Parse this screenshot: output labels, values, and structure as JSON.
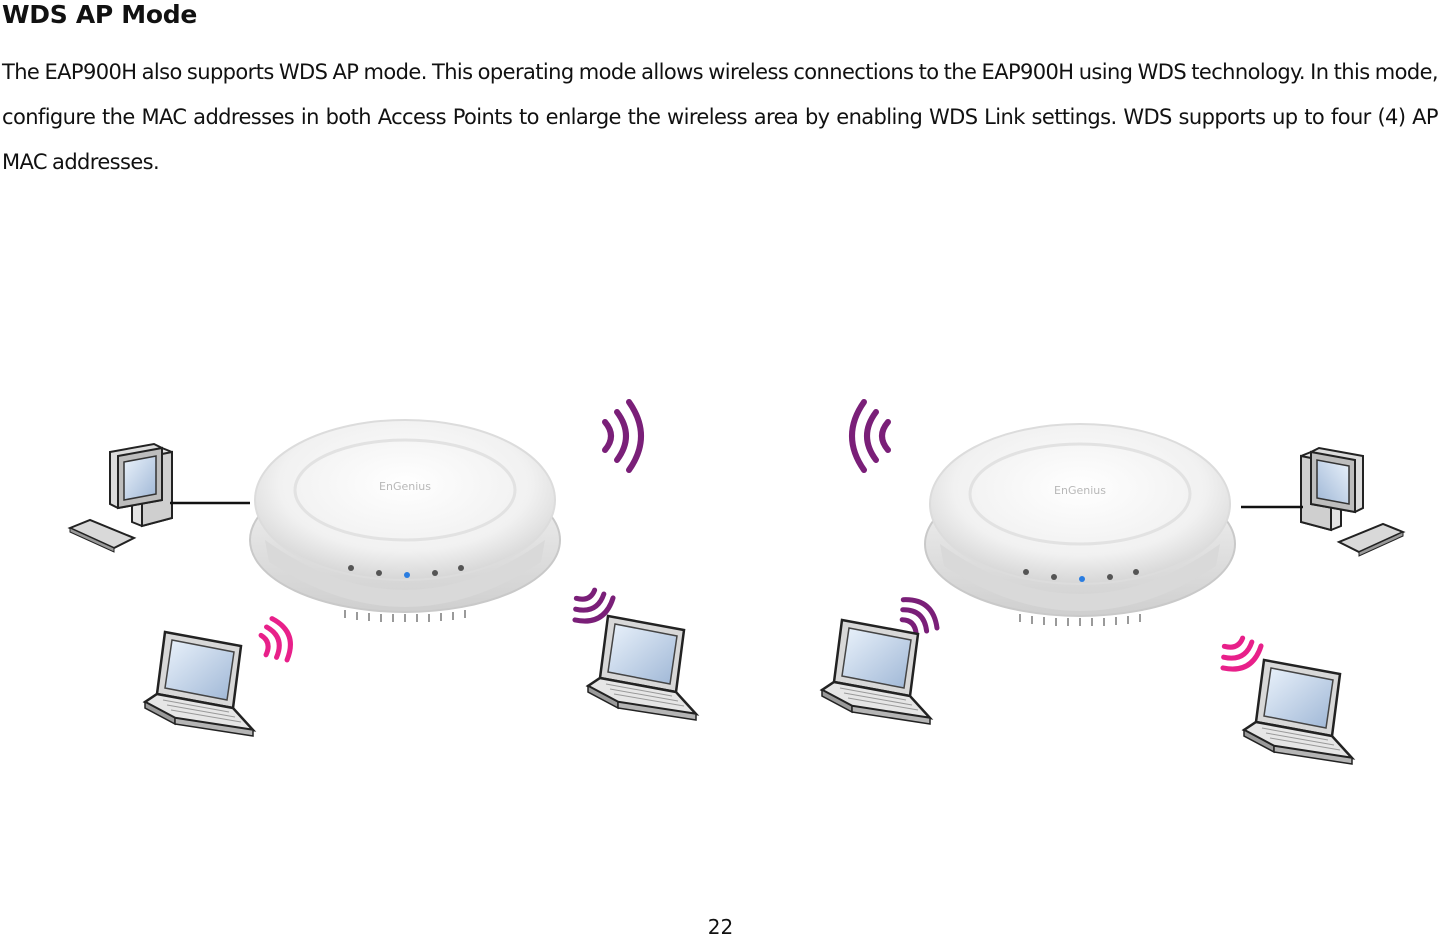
{
  "section": {
    "title": "WDS AP Mode",
    "body": "The EAP900H also supports WDS AP mode. This operating mode allows wireless connections to the EAP900H using WDS technology. In this mode, configure the MAC addresses in both Access Points to enlarge the wireless area by enabling WDS Link settings. WDS supports up to four (4) AP MAC addresses."
  },
  "figure": {
    "access_point_logo": "EnGenius",
    "colors": {
      "purple_signal": "#7a1f78",
      "pink_signal": "#e8208a",
      "device_gray": "#8a8a8a",
      "ap_white": "#f2f2f2"
    }
  },
  "footer": {
    "page_number": "22"
  }
}
